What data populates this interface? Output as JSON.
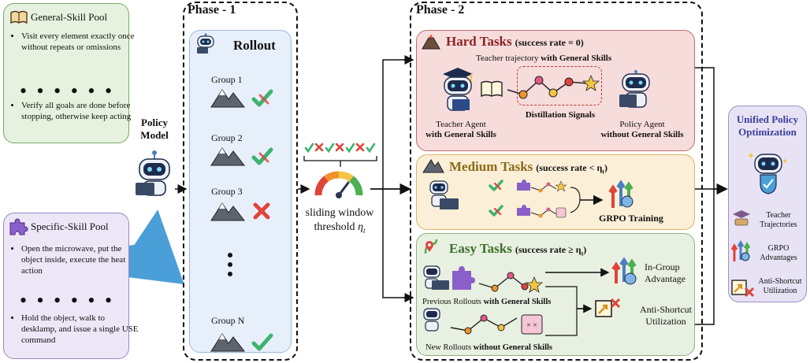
{
  "general_pool": {
    "title": "General-Skill Pool",
    "items": [
      "Visit every element exactly once without repeats or omissions",
      "Verify all goals are done before stopping, otherwise keep acting"
    ],
    "ellipsis": "• • • • • •"
  },
  "specific_pool": {
    "title": "Specific-Skill Pool",
    "items": [
      "Open the microwave, put the object inside, execute the heat action",
      "Hold the object, walk to desklamp, and issue a single USE command"
    ],
    "ellipsis": "• • • • • •"
  },
  "policy_model": {
    "label": "Policy Model"
  },
  "phase1": {
    "title": "Phase - 1",
    "rollout_title": "Rollout",
    "groups": [
      {
        "label": "Group 1",
        "result": "check-icon"
      },
      {
        "label": "Group 2",
        "result": "check-icon"
      },
      {
        "label": "Group 3",
        "result": "cross-icon"
      },
      {
        "label": "Group N",
        "result": "check-icon"
      }
    ]
  },
  "sliding_window": {
    "label": "sliding window",
    "threshold_label": "threshold",
    "symbol": "η",
    "subscript": "t",
    "signals": [
      "check",
      "cross",
      "check",
      "cross",
      "check",
      "cross",
      "check"
    ]
  },
  "phase2": {
    "title": "Phase - 2",
    "hard": {
      "title": "Hard Tasks",
      "condition": "(success rate = 0)",
      "teacher_traj_prefix": "Teacher trajectory ",
      "teacher_traj_bold": "with General Skills",
      "teacher_agent": "Teacher Agent",
      "teacher_agent_bold": "with General Skills",
      "distillation": "Distillation Signals",
      "policy_agent": "Policy Agent",
      "policy_agent_bold": "without General Skills"
    },
    "medium": {
      "title": "Medium Tasks",
      "condition": "(success rate < η",
      "condition_sub": "t",
      "condition_end": ")",
      "training": "GRPO Training"
    },
    "easy": {
      "title": "Easy Tasks",
      "condition": "(success rate ≥ η",
      "condition_sub": "t",
      "condition_end": ")",
      "prev_prefix": "Previous Rollouts ",
      "prev_bold": "with General Skills",
      "new_prefix": "New Rollouts ",
      "new_bold": "without General Skills",
      "in_group": "In-Group Advantage",
      "anti_shortcut": "Anti-Shortcut Utilization"
    }
  },
  "unified": {
    "title": "Unified Policy Optimization",
    "legend": [
      "Teacher Trajectories",
      "GRPO Advantages",
      "Anti-Shortcut Utilization"
    ]
  },
  "colors": {
    "general_bg": "#e6f2df",
    "general_border": "#7aa76a",
    "specific_bg": "#ece6f6",
    "specific_border": "#9a86c4",
    "rollout_bg": "#e7f0fa",
    "rollout_border": "#9cb9dc",
    "hard_bg": "#f7dcdc",
    "hard_border": "#c46b6b",
    "hard_title": "#8b2323",
    "medium_bg": "#fbefd8",
    "medium_border": "#d8b46a",
    "medium_title": "#8a6a17",
    "easy_bg": "#e8f1e1",
    "easy_border": "#8fb37a",
    "easy_title": "#3b6e2a",
    "unified_bg": "#e7e3f5",
    "unified_border": "#9c91c8",
    "unified_title": "#3a3e9a",
    "check": "#3cb371",
    "cross": "#e0443a"
  }
}
